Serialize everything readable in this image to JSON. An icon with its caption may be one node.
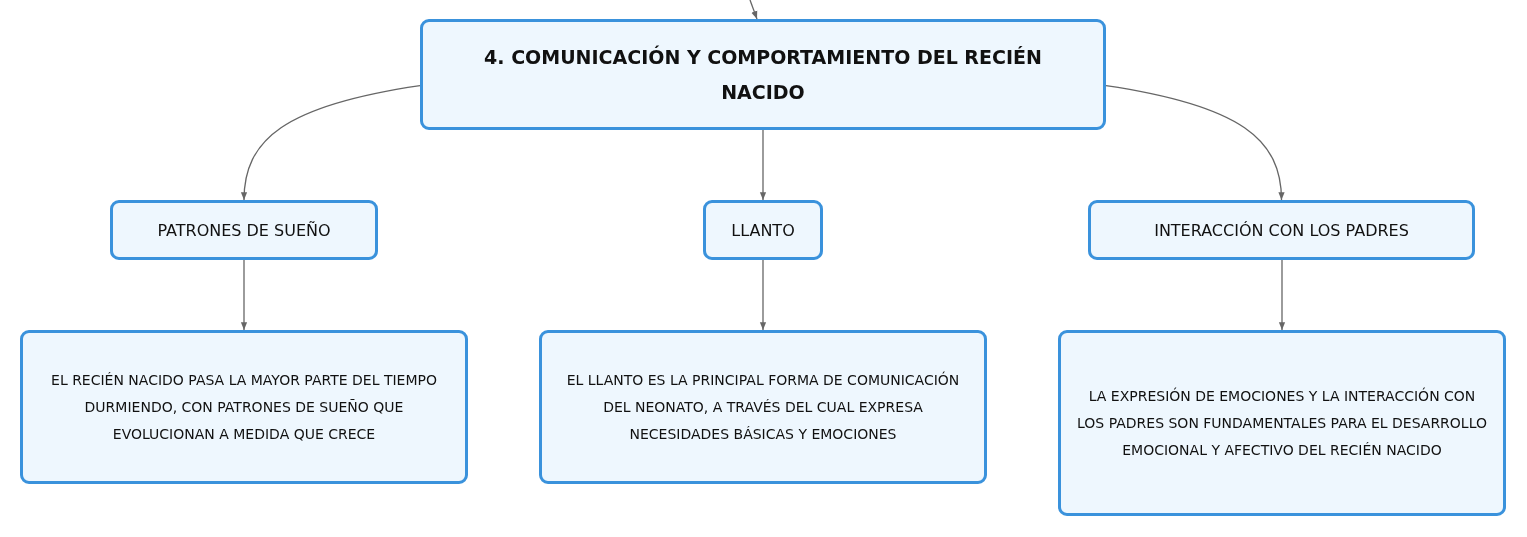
{
  "diagram": {
    "nodes": [
      {
        "text": [
          "4. COMUNICACIÓN Y COMPORTAMIENTO DEL RECIÉN NACIDO"
        ]
      },
      {
        "text": [
          "PATRONES DE SUEÑO"
        ]
      },
      {
        "text": [
          "LLANTO"
        ]
      },
      {
        "text": [
          "INTERACCIÓN CON LOS PADRES"
        ]
      },
      {
        "text": [
          "EL RECIÉN NACIDO PASA LA MAYOR PARTE DEL TIEMPO DURMIENDO, CON PATRONES DE SUEÑO QUE EVOLUCIONAN A MEDIDA QUE CRECE"
        ]
      },
      {
        "text": [
          "EL LLANTO ES LA PRINCIPAL FORMA DE COMUNICACIÓN DEL NEONATO, A TRAVÉS DEL CUAL EXPRESA NECESIDADES BÁSICAS Y EMOCIONES"
        ]
      },
      {
        "text": [
          "LA EXPRESIÓN DE EMOCIONES Y LA INTERACCIÓN CON LOS PADRES SON FUNDAMENTALES PARA EL DESARROLLO EMOCIONAL Y AFECTIVO DEL RECIÉN NACIDO"
        ]
      }
    ],
    "edges": [
      {
        "from": null,
        "to": 0,
        "arrow": "to"
      },
      {
        "from": 0,
        "to": 1,
        "arrow": "to"
      },
      {
        "from": 0,
        "to": 2,
        "arrow": "to"
      },
      {
        "from": 0,
        "to": 3,
        "arrow": "to"
      },
      {
        "from": 1,
        "to": 4,
        "arrow": "to"
      },
      {
        "from": 2,
        "to": 5,
        "arrow": "to"
      },
      {
        "from": 3,
        "to": 6,
        "arrow": "to"
      }
    ]
  }
}
